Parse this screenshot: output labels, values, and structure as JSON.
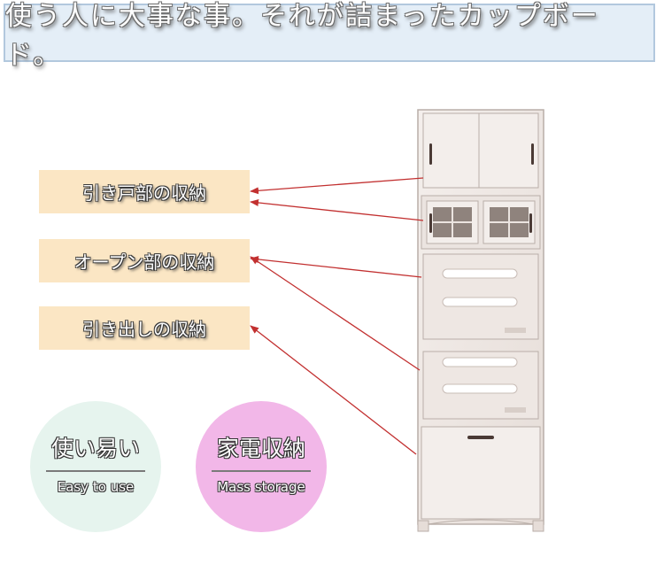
{
  "banner": {
    "title": "使う人に大事な事。それが詰まったカップボード。"
  },
  "labels": [
    {
      "text": "引き戸部の収納"
    },
    {
      "text": "オープン部の収納"
    },
    {
      "text": "引き出しの収納"
    }
  ],
  "badges": [
    {
      "main": "使い易い",
      "sub": "Easy to use",
      "color": "#e6f4ee"
    },
    {
      "main": "家電収納",
      "sub": "Mass storage",
      "color": "#f2b7e8"
    }
  ],
  "colors": {
    "arrow": "#c23030",
    "label_bg": "#fbe6c4",
    "banner_bg": "#e4eef7",
    "cabinet": "#efe9e6"
  }
}
